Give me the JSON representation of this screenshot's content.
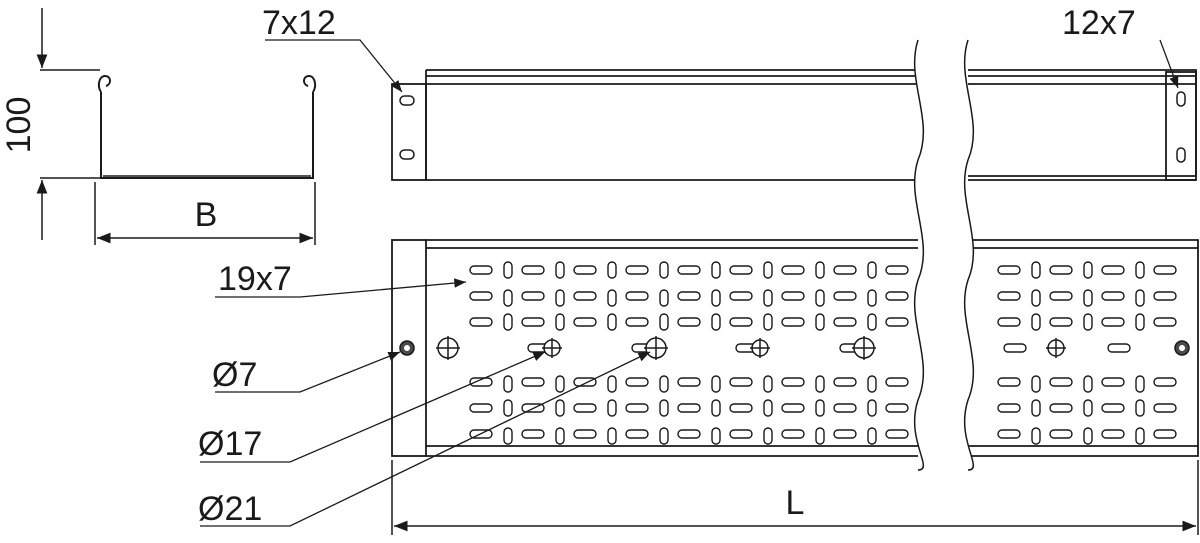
{
  "labels": {
    "height": "100",
    "width": "B",
    "length": "L",
    "slot_side_left": "7x12",
    "slot_side_right": "12x7",
    "slot_bottom": "19x7",
    "hole_small": "Ø7",
    "hole_medium": "Ø17",
    "hole_large": "Ø21"
  },
  "colors": {
    "line": "#1a1a1a",
    "hole_fill": "#4a4a4a"
  }
}
